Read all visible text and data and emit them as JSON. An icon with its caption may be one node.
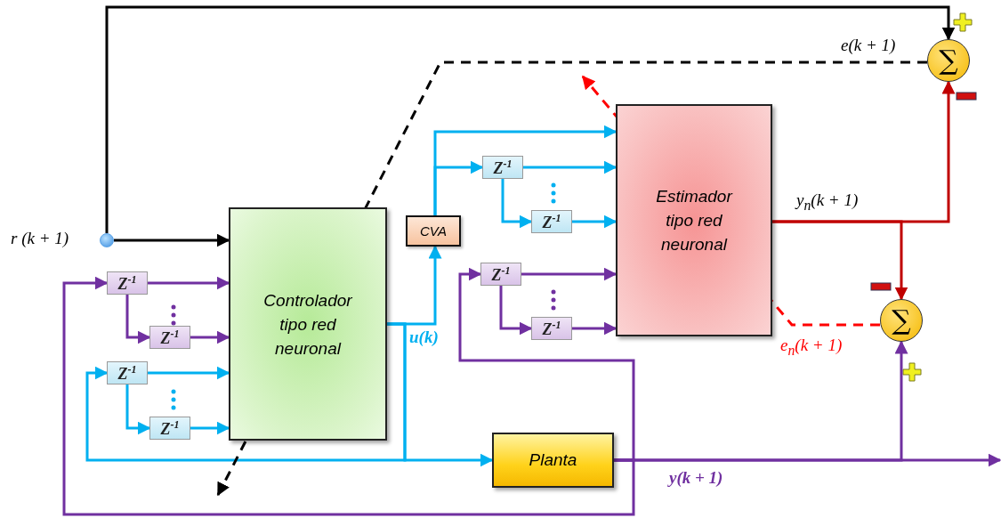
{
  "diagram": {
    "nodes": [
      {
        "text": [],
        "shape": "circle",
        "beside": [
          "r (k + 1)"
        ]
      },
      {
        "text": [
          "Controlador tipo red neuronal"
        ]
      },
      {
        "text": [
          "CVA"
        ]
      },
      {
        "text": [
          "Estimador tipo red neuronal"
        ]
      },
      {
        "text": [
          "Planta"
        ]
      },
      {
        "text": [
          "∑"
        ]
      },
      {
        "text": [
          "∑"
        ]
      },
      {
        "text": [
          "Z$^{-1}$"
        ]
      },
      {
        "text": [
          "Z$^{-1}$"
        ]
      },
      {
        "text": [
          "Z$^{-1}$"
        ]
      },
      {
        "text": [
          "Z$^{-1}$"
        ]
      },
      {
        "text": [
          "Z$^{-1}$"
        ]
      },
      {
        "text": [
          "Z$^{-1}$"
        ]
      },
      {
        "text": [
          "Z$^{-1}$"
        ]
      },
      {
        "text": [
          "Z$^{-1}$"
        ]
      }
    ],
    "edges": [
      {
        "from": 0,
        "to": 1,
        "arrow": "to",
        "color": "#000000"
      },
      {
        "from": 0,
        "to": 5,
        "arrow": "to",
        "color": "#000000"
      },
      {
        "from": 1,
        "to": 2,
        "arrow": "to",
        "label": "u(k)"
      },
      {
        "from": 1,
        "to": 9,
        "arrow": "to"
      },
      {
        "from": 1,
        "to": 4,
        "arrow": "to"
      },
      {
        "from": 9,
        "to": 1,
        "arrow": "to"
      },
      {
        "from": 9,
        "to": 10,
        "arrow": "to"
      },
      {
        "from": 10,
        "to": 1,
        "arrow": "to"
      },
      {
        "from": 7,
        "to": 1,
        "arrow": "to",
        "color": "#7030a0"
      },
      {
        "from": 7,
        "to": 8,
        "arrow": "to",
        "color": "#7030a0"
      },
      {
        "from": 8,
        "to": 1,
        "arrow": "to",
        "color": "#7030a0"
      },
      {
        "from": 4,
        "to": null,
        "arrow": "to",
        "label": "y(k + 1)",
        "color": "#7030a0"
      },
      {
        "from": 4,
        "to": 6,
        "arrow": "to",
        "color": "#7030a0"
      },
      {
        "from": 4,
        "to": 13,
        "arrow": "to",
        "color": "#7030a0"
      },
      {
        "from": 4,
        "to": 7,
        "arrow": "to",
        "color": "#7030a0"
      },
      {
        "from": 2,
        "to": 3,
        "arrow": "to"
      },
      {
        "from": 2,
        "to": 11,
        "arrow": "to"
      },
      {
        "from": 11,
        "to": 3,
        "arrow": "to"
      },
      {
        "from": 11,
        "to": 12,
        "arrow": "to"
      },
      {
        "from": 12,
        "to": 3,
        "arrow": "to"
      },
      {
        "from": 13,
        "to": 3,
        "arrow": "to",
        "color": "#7030a0"
      },
      {
        "from": 13,
        "to": 14,
        "arrow": "to",
        "color": "#7030a0"
      },
      {
        "from": 14,
        "to": 3,
        "arrow": "to",
        "color": "#7030a0"
      },
      {
        "from": 3,
        "to": 5,
        "arrow": "to",
        "label": "y$_{n}$(k + 1)",
        "color": "#c00000"
      },
      {
        "from": 3,
        "to": 6,
        "arrow": "to",
        "color": "#c00000"
      },
      {
        "from": 5,
        "to": null,
        "arrow": "to",
        "label": "e(k + 1)",
        "style": "dashed",
        "color": "#000000"
      },
      {
        "from": 6,
        "to": null,
        "arrow": "to",
        "label": "e$_{n}$(k + 1)",
        "style": "dashed",
        "color": "#ff0000"
      }
    ]
  }
}
